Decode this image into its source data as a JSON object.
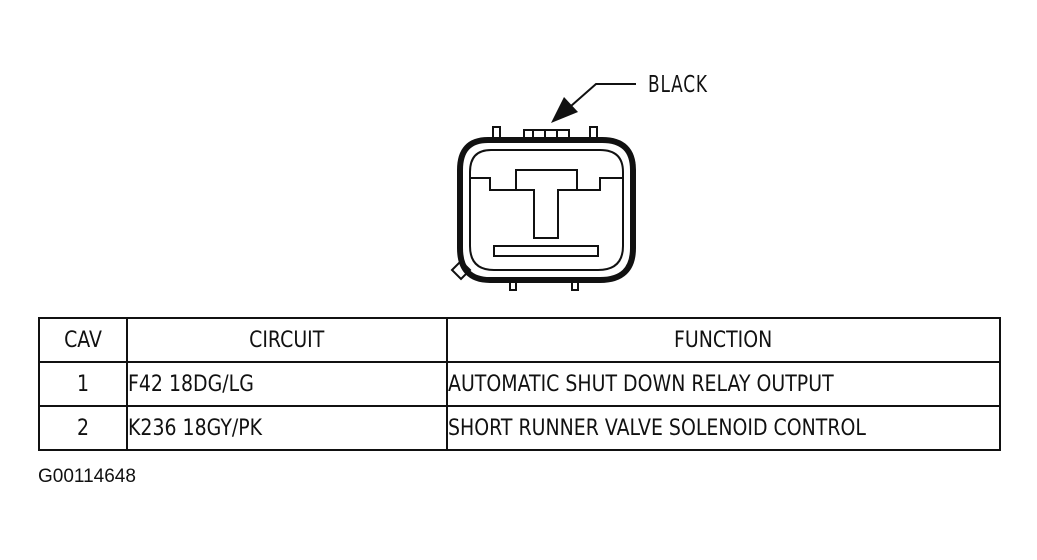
{
  "callout": {
    "label": "BLACK"
  },
  "table": {
    "headers": {
      "cav": "CAV",
      "circuit": "CIRCUIT",
      "function": "FUNCTION"
    },
    "rows": [
      {
        "cav": "1",
        "circuit": "F42 18DG/LG",
        "function": "AUTOMATIC SHUT DOWN RELAY OUTPUT"
      },
      {
        "cav": "2",
        "circuit": "K236 18GY/PK",
        "function": "SHORT RUNNER VALVE SOLENOID CONTROL"
      }
    ]
  },
  "figure_id": "G00114648",
  "colors": {
    "line": "#111111",
    "background": "#ffffff"
  }
}
